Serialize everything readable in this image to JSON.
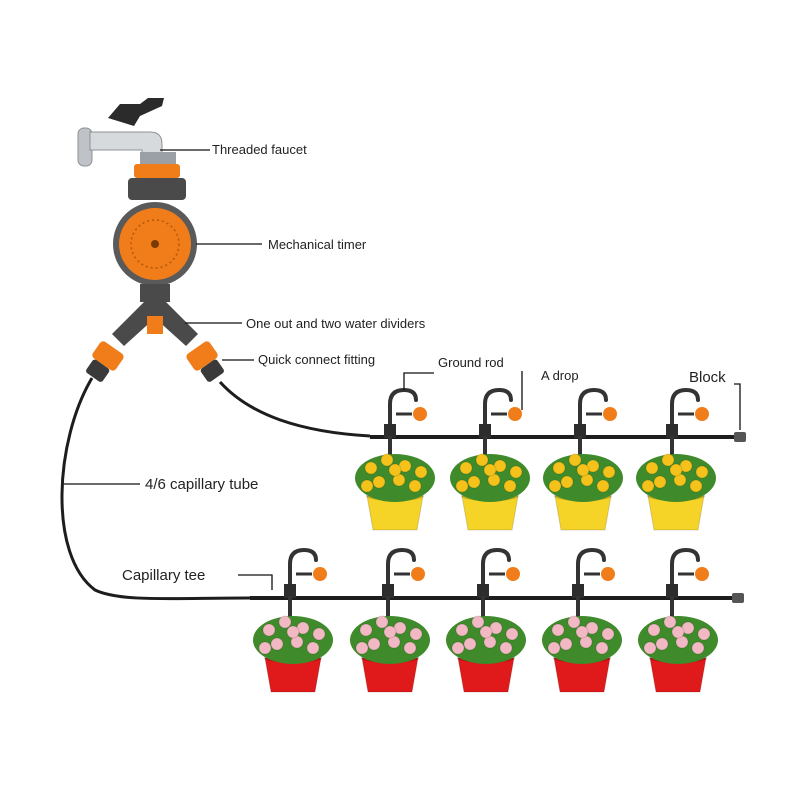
{
  "labels": {
    "threaded_faucet": "Threaded faucet",
    "mechanical_timer": "Mechanical timer",
    "water_divider": "One out and two water dividers",
    "quick_connect": "Quick connect fitting",
    "ground_rod": "Ground rod",
    "a_drop": "A drop",
    "block": "Block",
    "capillary_tube": "4/6 capillary tube",
    "capillary_tee": "Capillary tee"
  },
  "rows": [
    {
      "pot_color": "#f5d327",
      "flower_color": "#f4c21a",
      "pots": 4
    },
    {
      "pot_color": "#e0191a",
      "flower_color": "#f2b8c4",
      "pots": 5
    }
  ],
  "colors": {
    "accent": "#f07d1a",
    "tube": "#1d1d1d",
    "metal": "#bfc3c7",
    "leaf": "#3f8a2a"
  }
}
